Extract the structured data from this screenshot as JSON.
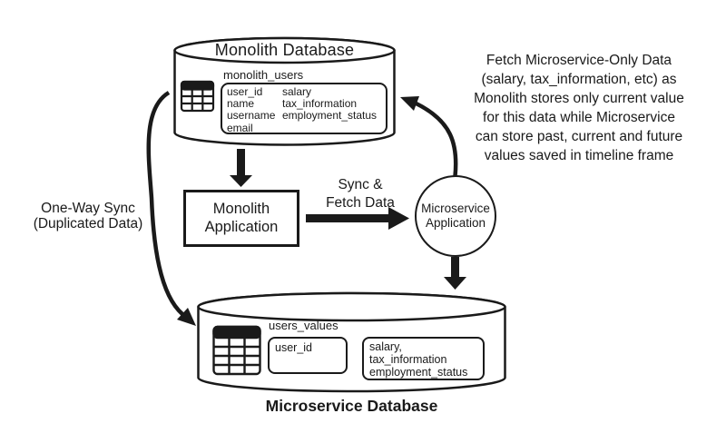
{
  "colors": {
    "ink": "#1a1a1a",
    "background": "#ffffff"
  },
  "monolith_db": {
    "title": "Monolith Database",
    "table_name": "monolith_users",
    "fields_left": [
      "user_id",
      "name",
      "username",
      "email"
    ],
    "fields_right": [
      "salary",
      "tax_information",
      "employment_status"
    ]
  },
  "monolith_app": {
    "label": [
      "Monolith",
      "Application"
    ]
  },
  "microservice_app": {
    "label": [
      "Microservice",
      "Application"
    ]
  },
  "arrows": {
    "sync_fetch_label": [
      "Sync &",
      "Fetch Data"
    ],
    "one_way_sync_label": [
      "One-Way Sync",
      "(Duplicated Data)"
    ]
  },
  "fetch_note": [
    "Fetch Microservice-Only Data",
    "(salary, tax_information, etc) as",
    "Monolith stores only current value",
    "for this data while Microservice",
    "can store past, current and future",
    "values saved in timeline frame"
  ],
  "microservice_db": {
    "title": "Microservice Database",
    "table_name": "users_values",
    "key_field": "user_id",
    "value_fields": [
      "salary,",
      "tax_information",
      "employment_status"
    ]
  }
}
